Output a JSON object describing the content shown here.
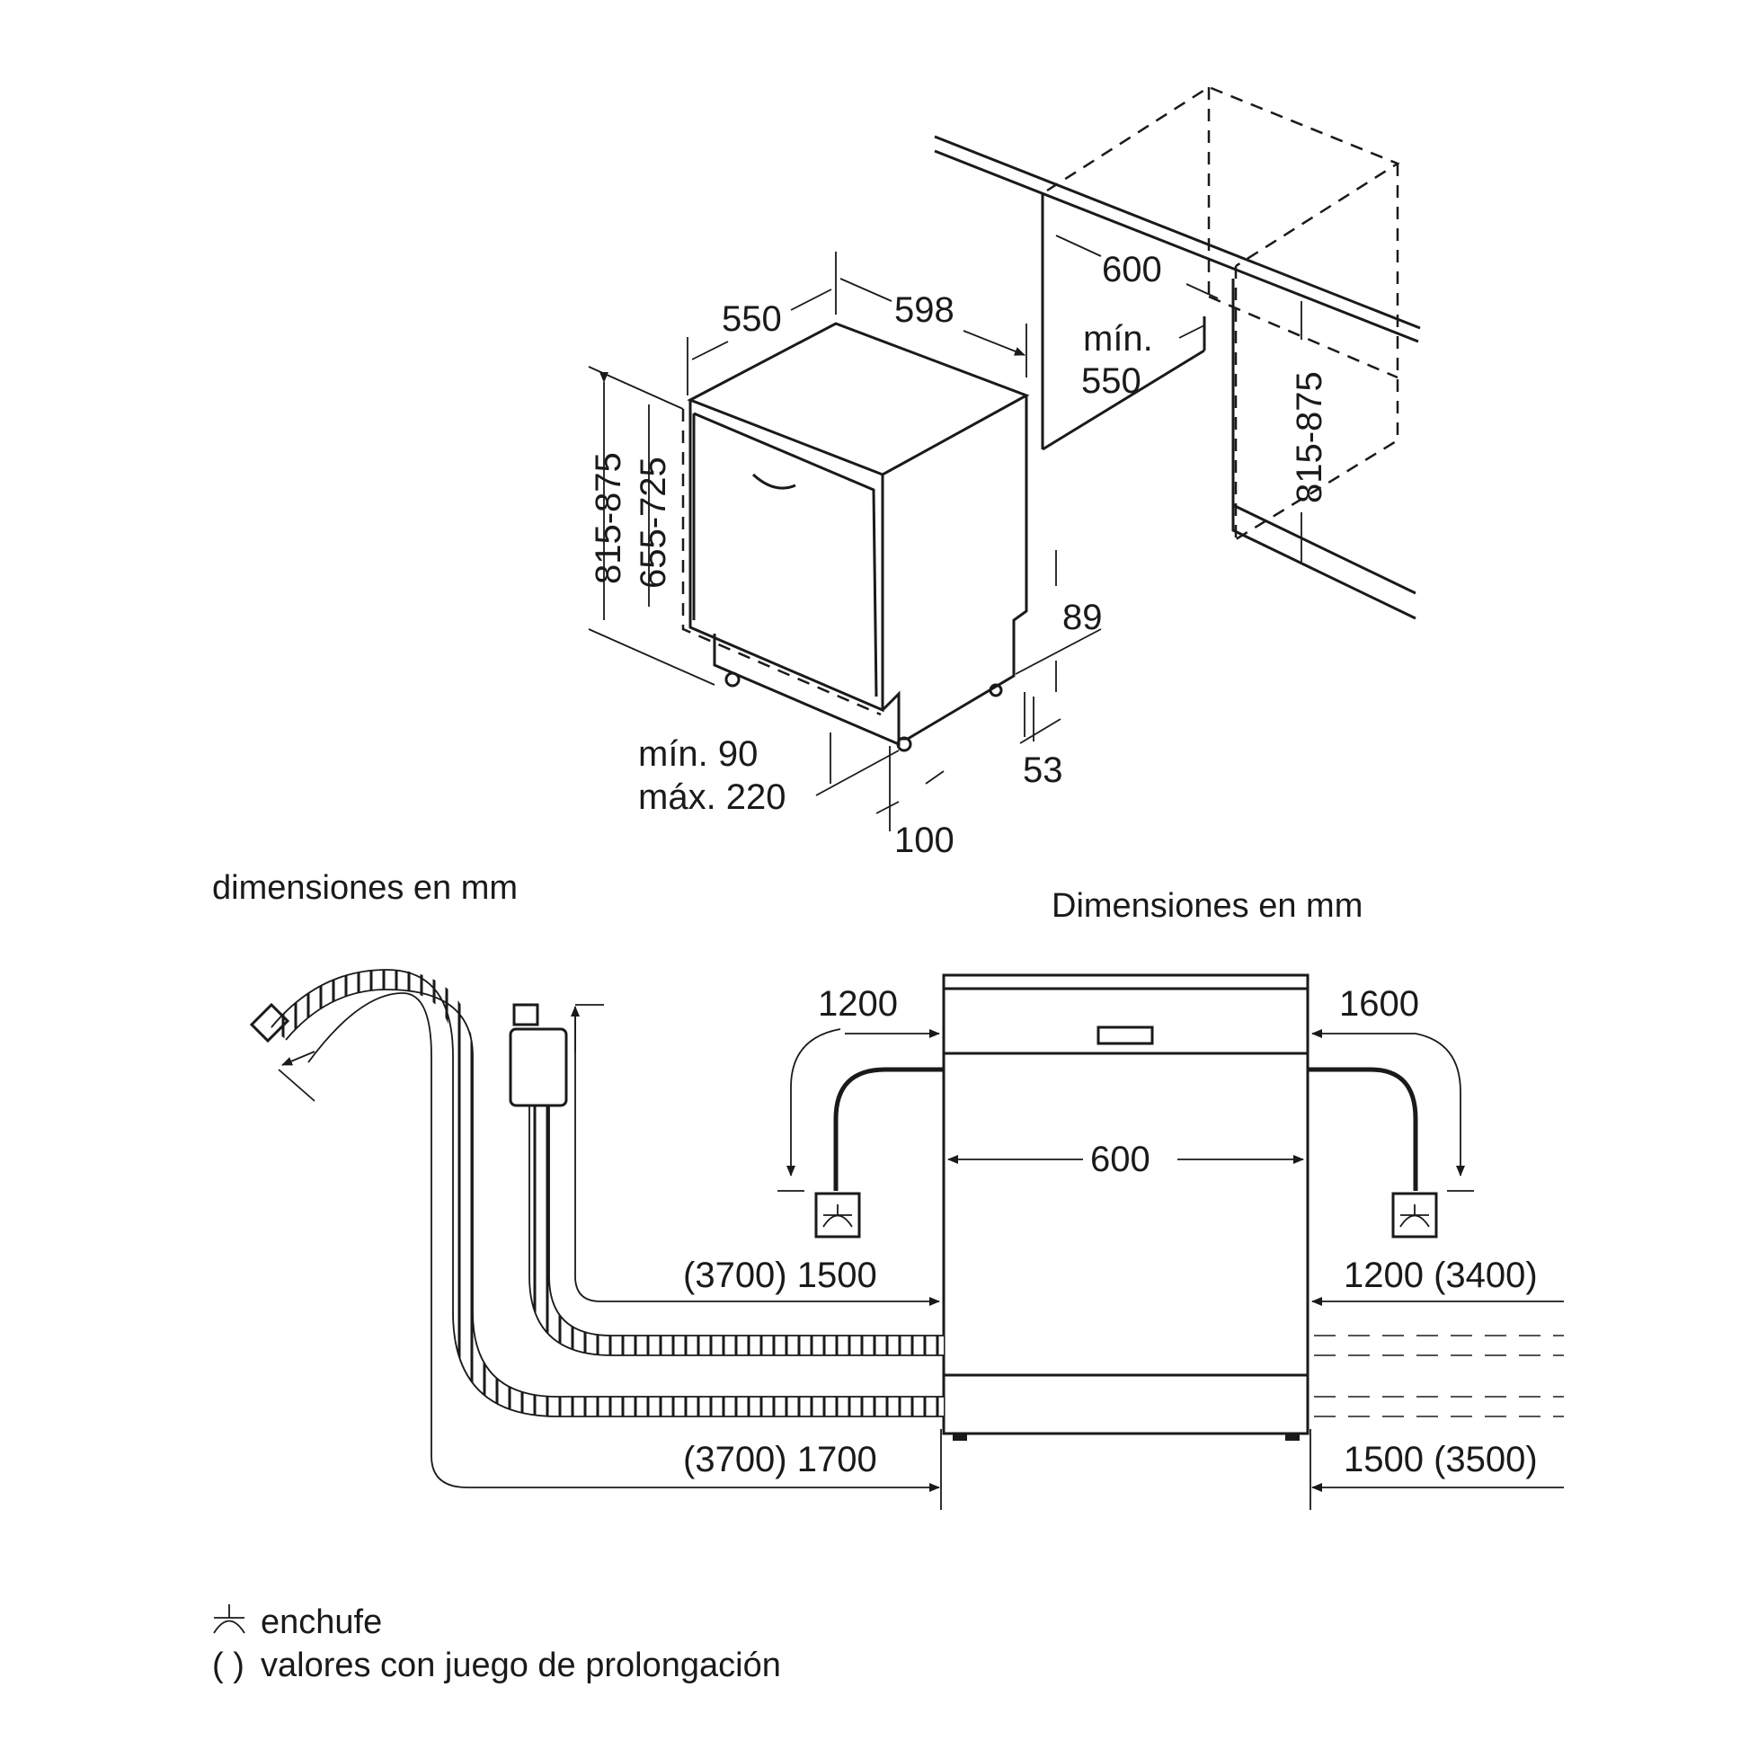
{
  "top_view": {
    "depth": "550",
    "width": "598",
    "niche_width": "600",
    "niche_min_label": "mín.",
    "niche_min_depth": "550",
    "niche_height": "815-875",
    "height_total": "815-875",
    "height_body": "655-725",
    "plinth_recess": "89",
    "plinth_depth": "53",
    "foot_min": "mín. 90",
    "foot_max": "máx. 220",
    "foot_offset": "100"
  },
  "caption_left": "dimensiones en mm",
  "caption_right": "Dimensiones en mm",
  "bottom_view": {
    "hose_left_upper": "1200",
    "hose_right_upper": "1600",
    "width": "600",
    "inlet_left": "(3700) 1500",
    "inlet_right": "1200 (3400)",
    "drain_left": "(3700) 1700",
    "drain_right": "1500 (3500)"
  },
  "legend": {
    "plug": "enchufe",
    "parentheses_symbol": "( )",
    "parentheses": "valores con juego de prolongación"
  },
  "icons": {
    "plug_symbol": "plug-icon",
    "arrow": "arrow-icon"
  }
}
